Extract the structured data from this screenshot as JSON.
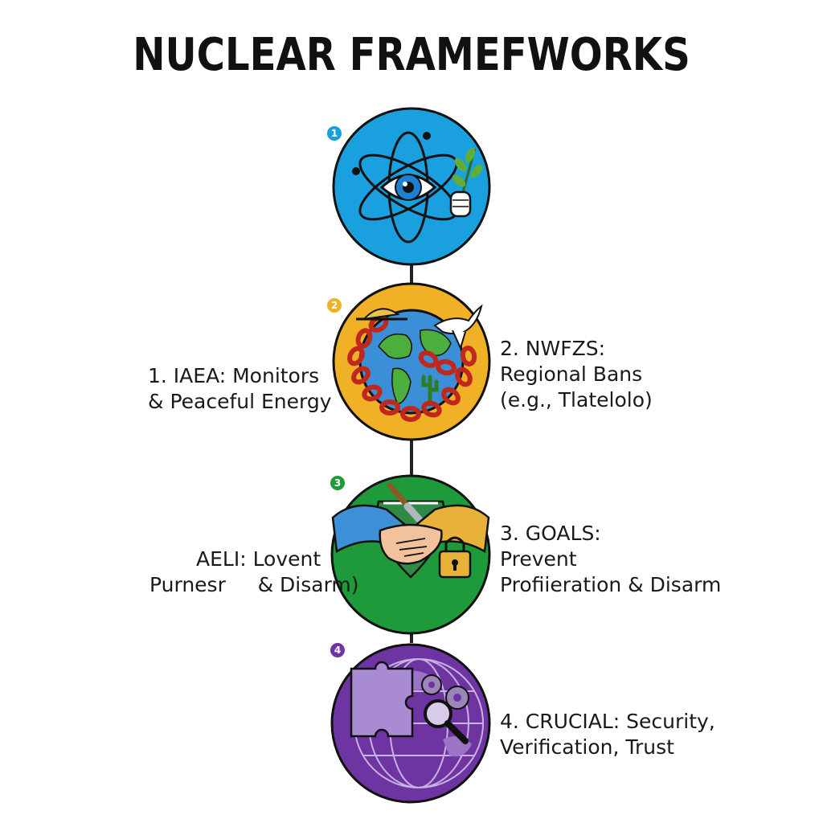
{
  "title": "NUCLEAR FRAMEFWORKS",
  "nodes": [
    {
      "badge": "1",
      "color": "#1aa0de",
      "badge_color": "#1aa0de",
      "icon": "atom-eye-olive-branch-icon"
    },
    {
      "badge": "2",
      "color": "#f0b127",
      "badge_color": "#f0b127",
      "icon": "chained-globe-dove-icon"
    },
    {
      "badge": "3",
      "color": "#1f9a3a",
      "badge_color": "#1f9a3a",
      "icon": "handshake-shield-lock-icon"
    },
    {
      "badge": "4",
      "color": "#6e35a2",
      "badge_color": "#6e35a2",
      "icon": "puzzle-gears-magnifier-globe-icon"
    }
  ],
  "labels": {
    "iaea": [
      "1. IAEA: Monitors",
      "& Peaceful Energy"
    ],
    "nwfzs": [
      "2. NWFZS:",
      "Regional Bans",
      "(e.g., Tlatelolo)"
    ],
    "aeli": [
      "AELI: Lovent",
      "Purnesr     & Disarm)"
    ],
    "goals": [
      "3. GOALS:",
      "Prevent",
      "Profiieration & Disarm"
    ],
    "crucial": [
      "4. CRUCIAL: Security,",
      "Verification, Trust"
    ]
  }
}
